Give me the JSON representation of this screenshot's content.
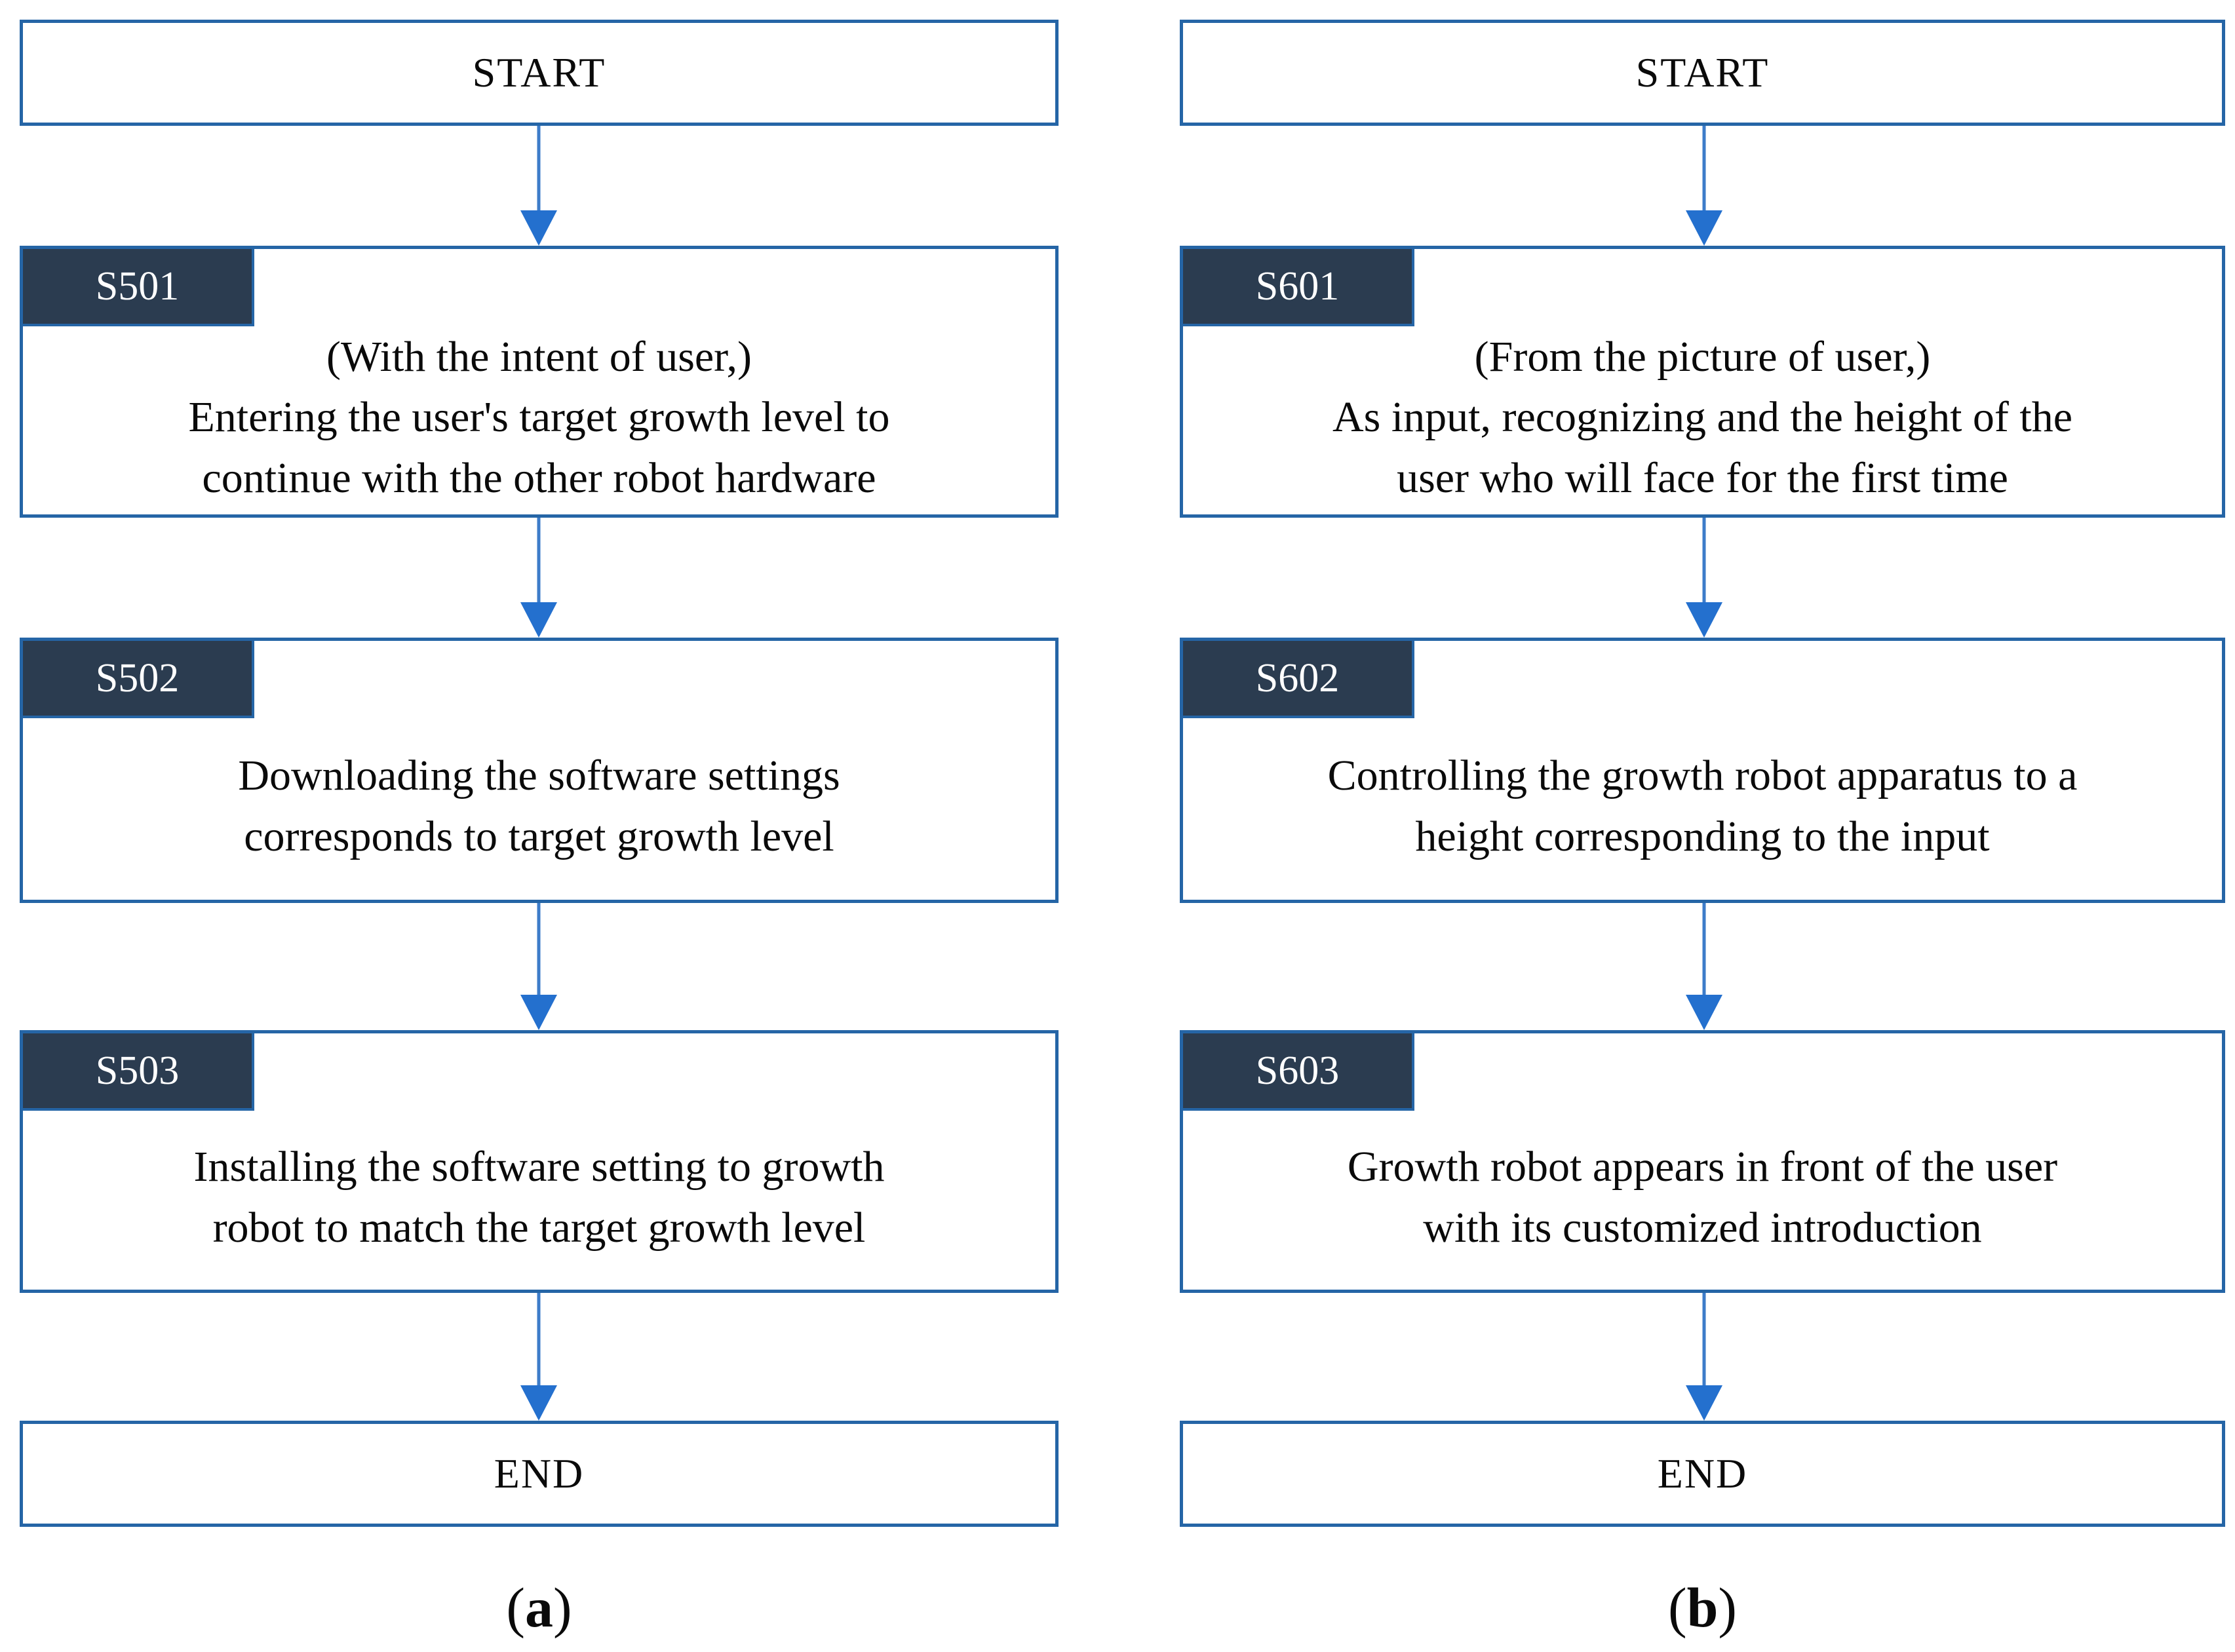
{
  "figure": {
    "colors": {
      "box_border": "#2565A6",
      "arrow_line": "#3D7CC9",
      "arrow_head": "#2470CE",
      "tag_bg": "#2B3C50",
      "tag_text": "#FFFFFF",
      "text": "#0A0A0A",
      "background": "#FFFFFF"
    },
    "columns": [
      {
        "start_label": "START",
        "steps": [
          {
            "tag": "S501",
            "text": "(With the intent of user,)\nEntering the user's target growth level to\ncontinue with the other robot hardware"
          },
          {
            "tag": "S502",
            "text": "Downloading the software settings\ncorresponds to target growth level"
          },
          {
            "tag": "S503",
            "text": "Installing the software setting to growth\nrobot to match the target growth level"
          }
        ],
        "end_label": "END",
        "caption": {
          "open": "(",
          "letter": "a",
          "close": ")"
        }
      },
      {
        "start_label": "START",
        "steps": [
          {
            "tag": "S601",
            "text": "(From the picture of user,)\nAs input, recognizing and the height of the\nuser who will face for the first time"
          },
          {
            "tag": "S602",
            "text": "Controlling the growth robot apparatus to a\nheight corresponding to the input"
          },
          {
            "tag": "S603",
            "text": "Growth robot appears in front of the user\nwith its customized introduction"
          }
        ],
        "end_label": "END",
        "caption": {
          "open": "(",
          "letter": "b",
          "close": ")"
        }
      }
    ]
  }
}
